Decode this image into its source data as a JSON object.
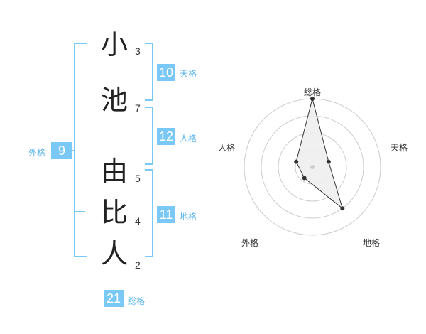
{
  "name": {
    "characters": [
      "小",
      "池",
      "由",
      "比",
      "人"
    ],
    "strokes": [
      "3",
      "7",
      "5",
      "4",
      "2"
    ]
  },
  "fortune": {
    "tenkaku": {
      "value": "10",
      "label": "天格"
    },
    "jinkaku": {
      "value": "12",
      "label": "人格"
    },
    "chikaku": {
      "value": "11",
      "label": "地格"
    },
    "gaikaku": {
      "value": "9",
      "label": "外格"
    },
    "soukaku": {
      "value": "21",
      "label": "総格"
    }
  },
  "radar": {
    "axes": [
      "総格",
      "天格",
      "地格",
      "外格",
      "人格"
    ],
    "levels": 4,
    "values": [
      4,
      1,
      3,
      0.8,
      1
    ]
  },
  "colors": {
    "accent": "#7ac8f5",
    "accent_text": "#5bb6ef"
  }
}
